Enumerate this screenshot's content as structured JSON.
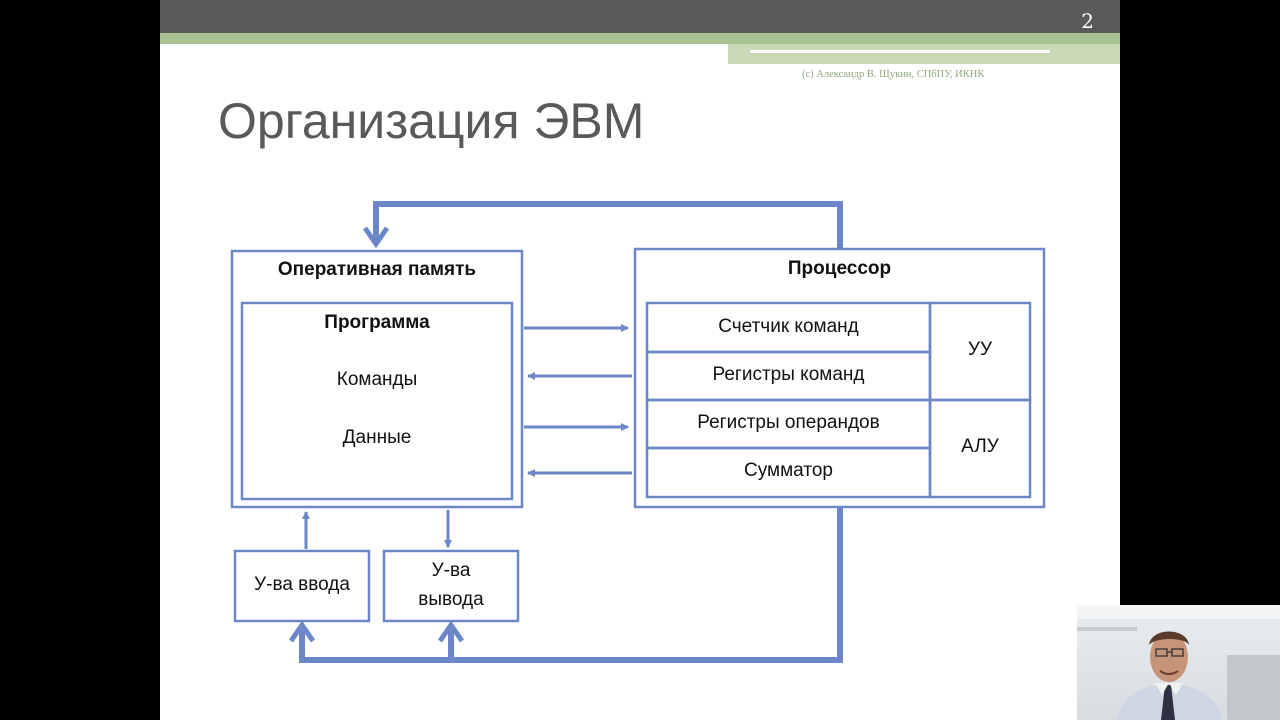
{
  "slide": {
    "number": "2",
    "copyright": "(c) Александр В. Щукин, СПбПУ, ИКНК",
    "title": "Организация ЭВМ"
  },
  "diagram": {
    "memory": {
      "title": "Оперативная память"
    },
    "program": {
      "title": "Программа",
      "items": [
        "Команды",
        "Данные"
      ]
    },
    "processor": {
      "title": "Процессор"
    },
    "registers": [
      "Счетчик команд",
      "Регистры команд",
      "Регистры операндов",
      "Сумматор"
    ],
    "control_unit": "УУ",
    "alu": "АЛУ",
    "input_device": "У-ва ввода",
    "output_device": [
      "У-ва",
      "вывода"
    ]
  },
  "colors": {
    "line": "#6b87c7",
    "text": "#111111",
    "title": "#595959"
  }
}
